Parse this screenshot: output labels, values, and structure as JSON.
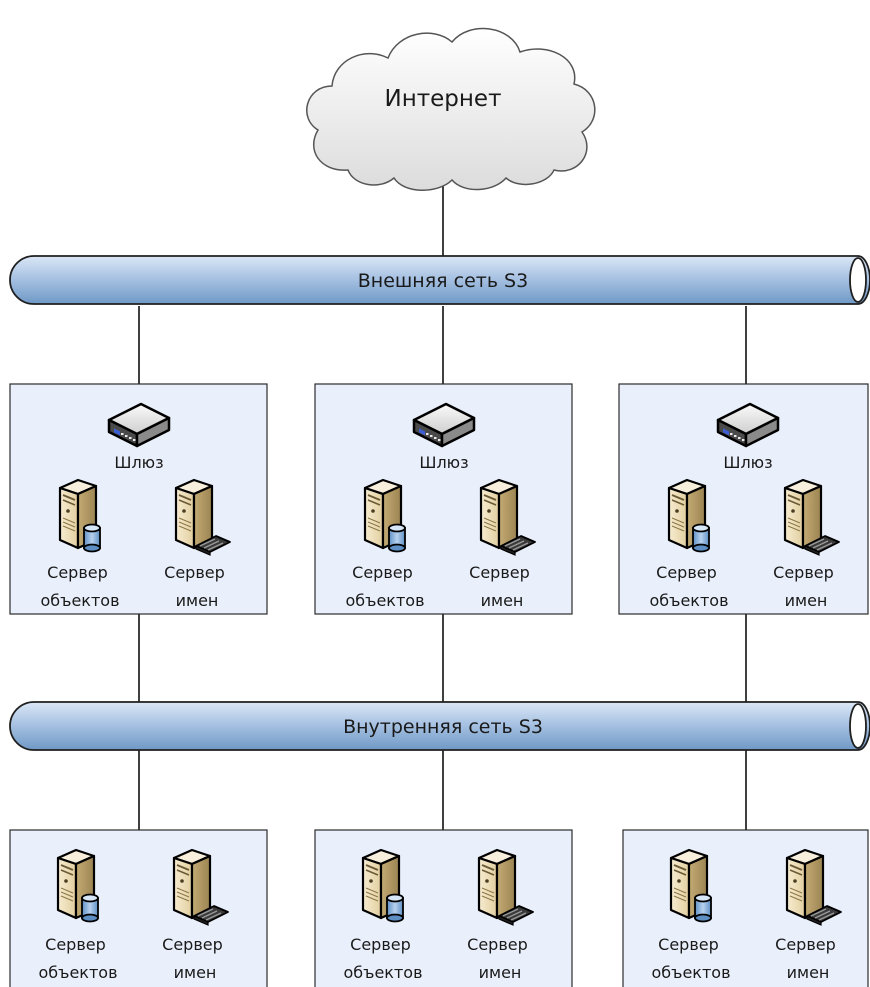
{
  "internet_label": "Интернет",
  "external_network_label": "Внешняя сеть S3",
  "internal_network_label": "Внутренняя сеть S3",
  "gateway_label": "Шлюз",
  "object_server_label": [
    "Сервер",
    "объектов"
  ],
  "name_server_label": [
    "Сервер",
    "имен"
  ],
  "rows": [
    {
      "kind": "gateway-row",
      "nodes": 3,
      "has_gateway": true
    },
    {
      "kind": "storage-row",
      "nodes": 3,
      "has_gateway": false
    }
  ],
  "icons": {
    "cloud": "cloud-icon",
    "gateway": "gateway-device-icon",
    "object_server": "object-server-icon",
    "name_server": "name-server-icon"
  },
  "colors": {
    "bus_fill_top": "#dbe7f6",
    "bus_fill_bottom": "#6f99c6",
    "box_fill": "#eaf0fb",
    "server_body": "#efe2c2",
    "server_shade": "#b89f69",
    "db_cylinder": "#7ea8d6"
  }
}
